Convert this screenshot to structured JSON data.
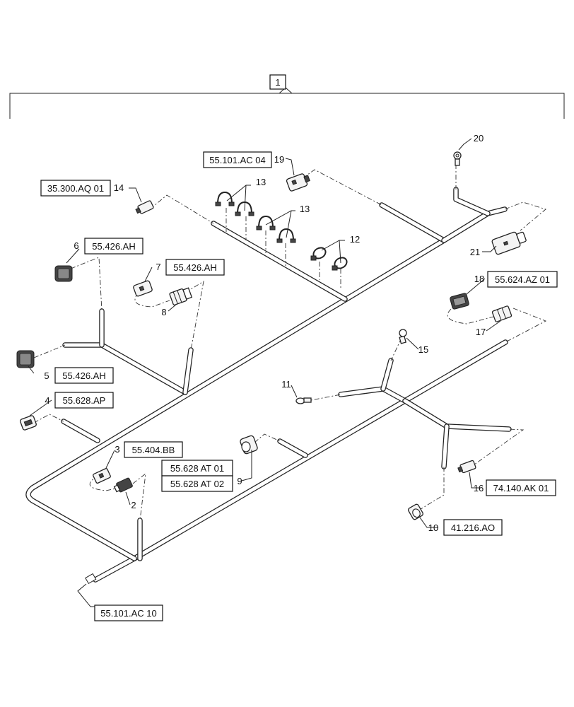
{
  "assembly": {
    "item": "1"
  },
  "callouts": [
    {
      "id": "c1",
      "number": "1"
    },
    {
      "id": "c2",
      "number": "2"
    },
    {
      "id": "c3",
      "number": "3"
    },
    {
      "id": "c4",
      "number": "4"
    },
    {
      "id": "c5",
      "number": "5"
    },
    {
      "id": "c6",
      "number": "6"
    },
    {
      "id": "c7",
      "number": "7"
    },
    {
      "id": "c8",
      "number": "8"
    },
    {
      "id": "c9",
      "number": "9"
    },
    {
      "id": "c10",
      "number": "10"
    },
    {
      "id": "c11",
      "number": "11"
    },
    {
      "id": "c12",
      "number": "12"
    },
    {
      "id": "c13a",
      "number": "13"
    },
    {
      "id": "c13b",
      "number": "13"
    },
    {
      "id": "c14",
      "number": "14"
    },
    {
      "id": "c15",
      "number": "15"
    },
    {
      "id": "c16",
      "number": "16"
    },
    {
      "id": "c17",
      "number": "17"
    },
    {
      "id": "c18",
      "number": "18"
    },
    {
      "id": "c19",
      "number": "19"
    },
    {
      "id": "c20",
      "number": "20"
    },
    {
      "id": "c21",
      "number": "21"
    }
  ],
  "references": [
    {
      "id": "r19",
      "label": "55.101.AC 04"
    },
    {
      "id": "r14",
      "label": "35.300.AQ 01"
    },
    {
      "id": "r6",
      "label": "55.426.AH"
    },
    {
      "id": "r7",
      "label": "55.426.AH"
    },
    {
      "id": "r18",
      "label": "55.624.AZ 01"
    },
    {
      "id": "r5",
      "label": "55.426.AH"
    },
    {
      "id": "r4",
      "label": "55.628.AP"
    },
    {
      "id": "r3",
      "label": "55.404.BB"
    },
    {
      "id": "r9a",
      "label": "55.628 AT 01"
    },
    {
      "id": "r9b",
      "label": "55.628 AT 02"
    },
    {
      "id": "r16",
      "label": "74.140.AK 01"
    },
    {
      "id": "r10",
      "label": "41.216.AO"
    },
    {
      "id": "r0",
      "label": "55.101.AC 10"
    }
  ]
}
